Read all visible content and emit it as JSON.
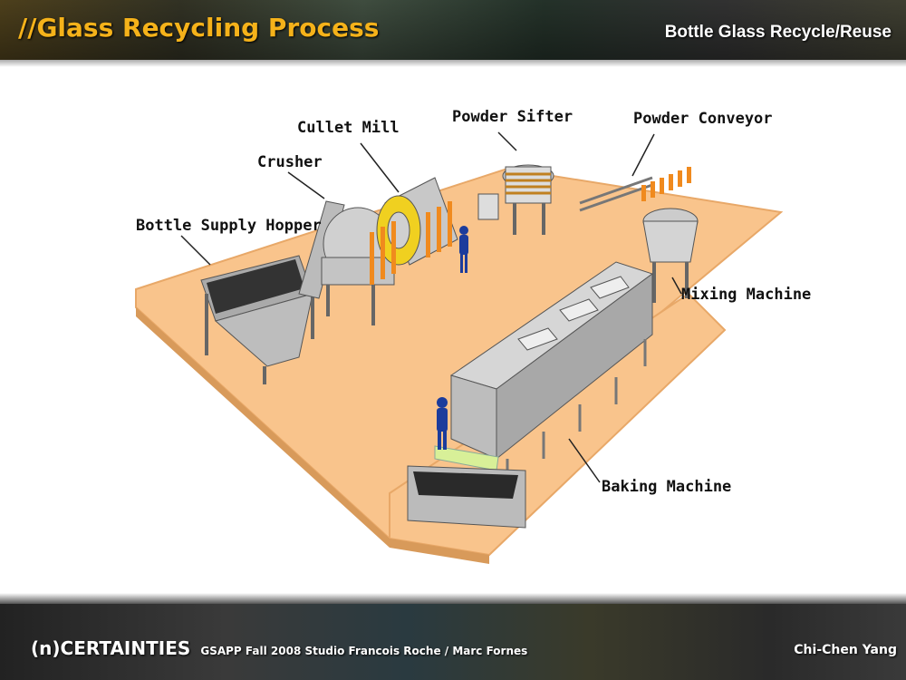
{
  "header": {
    "title": "//Glass Recycling Process",
    "subtitle": "Bottle Glass Recycle/Reuse"
  },
  "diagram": {
    "labels": {
      "bottle_supply_hopper": "Bottle Supply Hopper",
      "crusher": "Crusher",
      "cullet_mill": "Cullet Mill",
      "powder_sifter": "Powder Sifter",
      "powder_conveyor": "Powder Conveyor",
      "mixing_machine": "Mixing Machine",
      "baking_machine": "Baking Machine"
    },
    "colors": {
      "floor": "#f9c48c",
      "accent_orange": "#f08a1e",
      "machine_gray": "#c8c8c8",
      "worker_blue": "#1c3c9c"
    }
  },
  "footer": {
    "brand": "(n)CERTAINTIES",
    "credit": "GSAPP Fall 2008 Studio Francois Roche / Marc Fornes",
    "author": "Chi-Chen Yang"
  }
}
